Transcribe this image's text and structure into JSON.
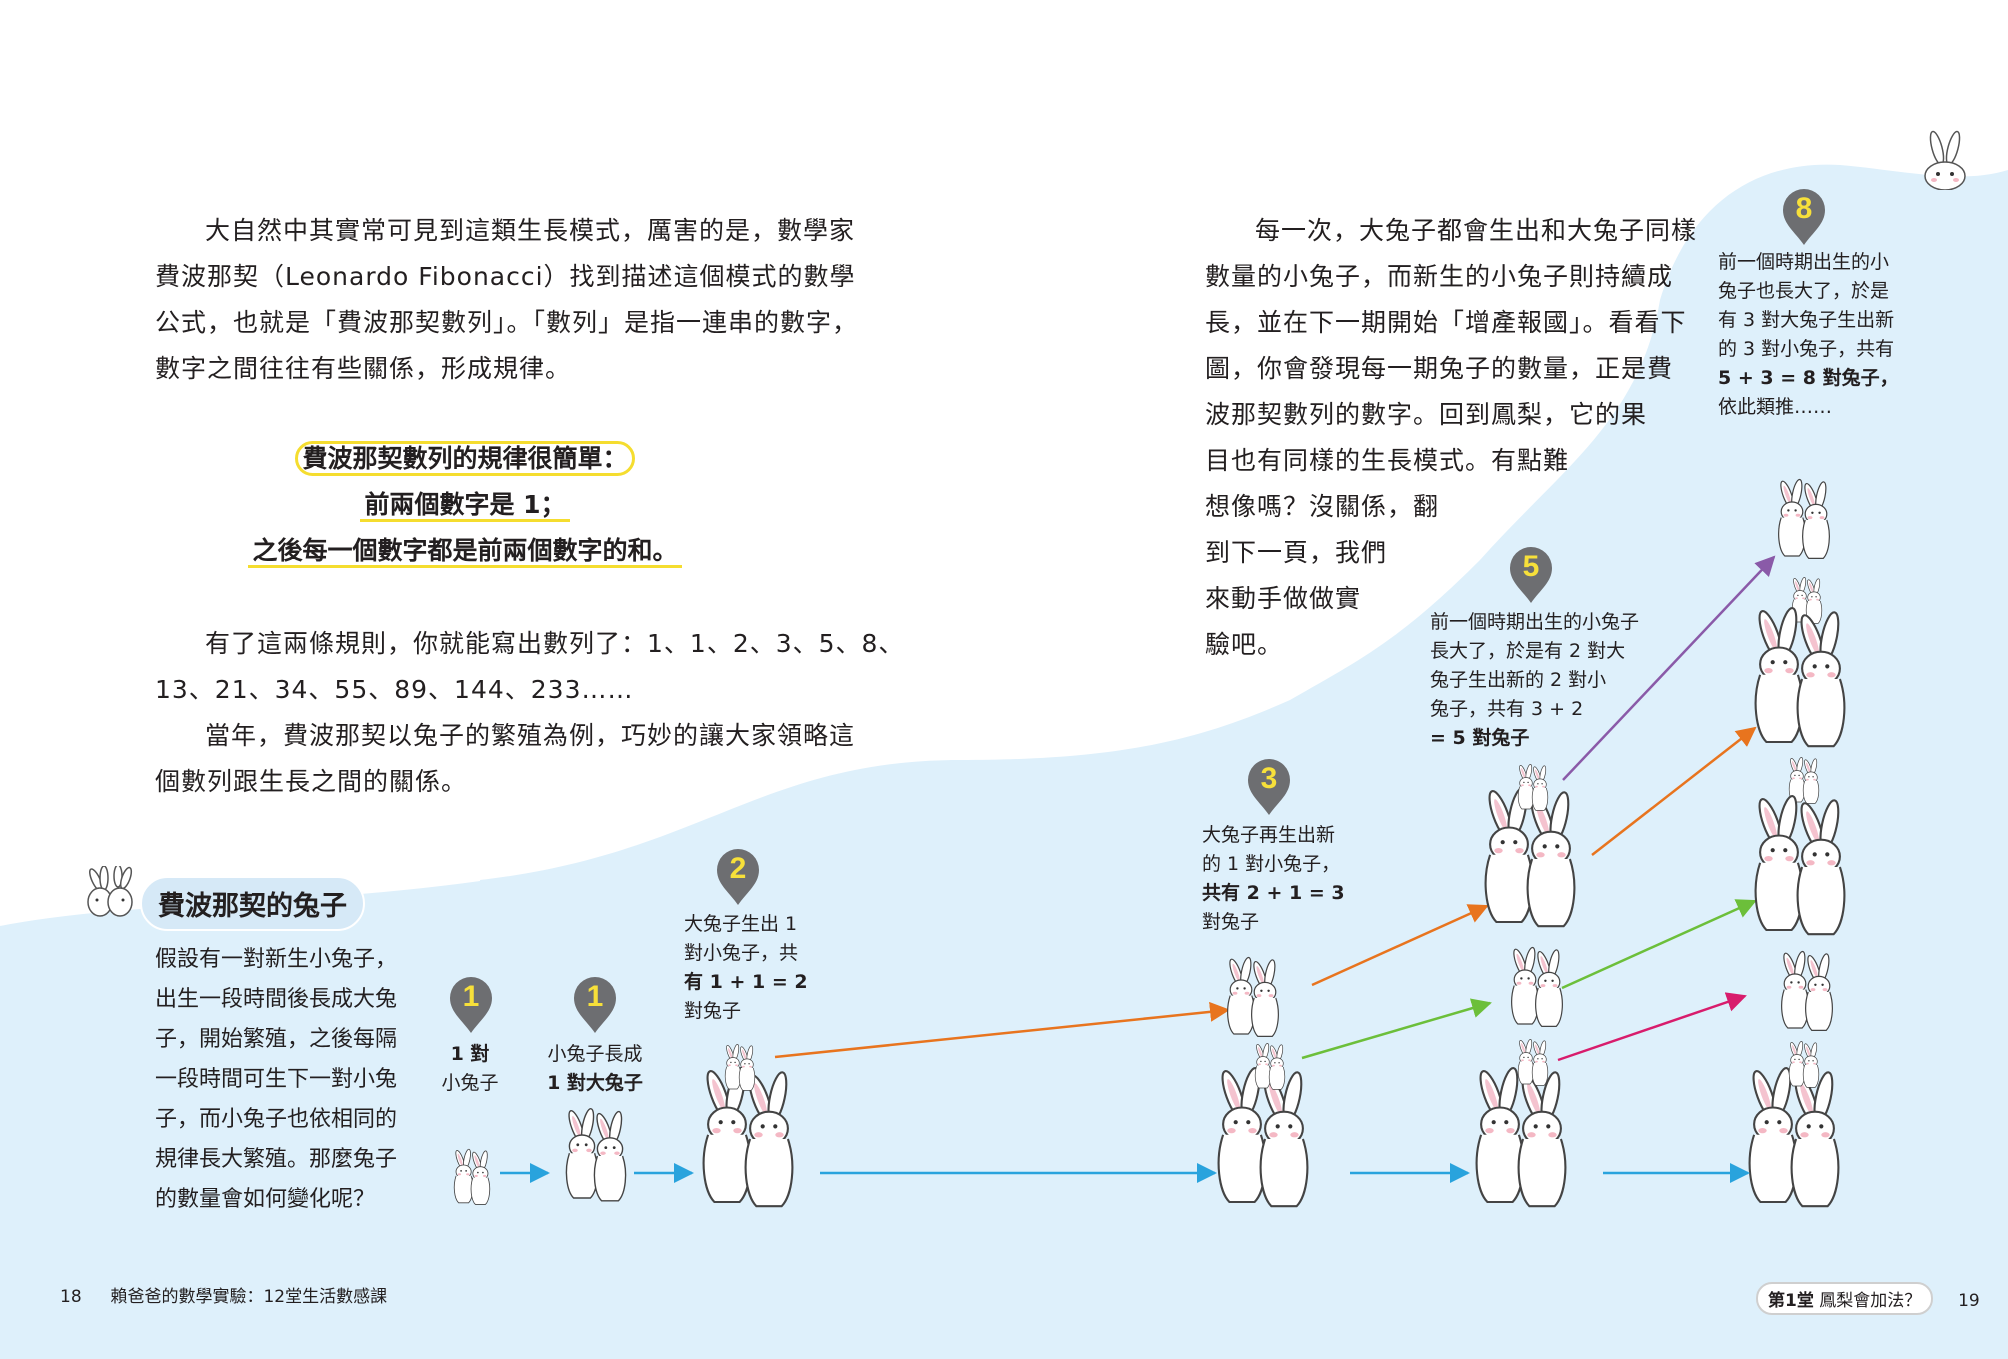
{
  "left_page": {
    "intro": [
      "大自然中其實常可見到這類生長模式，厲害的是，數學家",
      "費波那契（Leonardo Fibonacci）找到描述這個模式的數學",
      "公式，也就是「費波那契數列」。「數列」是指一連串的數字，",
      "數字之間往往有些關係，形成規律。"
    ],
    "rule": [
      "費波那契數列的規律很簡單：",
      "前兩個數字是 1；",
      "之後每一個數字都是前兩個數字的和。"
    ],
    "sequence": [
      "有了這兩條規則，你就能寫出數列了：1、1、2、3、5、8、",
      "13、21、34、55、89、144、233……"
    ],
    "history": [
      "當年，費波那契以兔子的繁殖為例，巧妙的讓大家領略這",
      "個數列跟生長之間的關係。"
    ],
    "section_title": "費波那契的兔子",
    "box": [
      "假設有一對新生小兔子，",
      "出生一段時間後長成大兔",
      "子，開始繁殖，之後每隔",
      "一段時間可生下一對小兔",
      "子，而小兔子也依相同的",
      "規律長大繁殖。那麼兔子",
      "的數量會如何變化呢？"
    ]
  },
  "right_page": {
    "text": [
      "每一次，大兔子都會生出和大兔子同樣",
      "數量的小兔子，而新生的小兔子則持續成",
      "長，並在下一期開始「增產報國」。看看下",
      "圖，你會發現每一期兔子的數量，正是費",
      "波那契數列的數字。回到鳳梨，它的果",
      "目也有同樣的生長模式。有點難",
      "想像嗎？沒關係，翻",
      "到下一頁，我們",
      "來動手做做實",
      "驗吧。"
    ]
  },
  "stages": [
    {
      "num": "1",
      "label": [
        "1 對",
        "小兔子"
      ]
    },
    {
      "num": "1",
      "label": [
        "小兔子長成",
        "1 對大兔子"
      ]
    },
    {
      "num": "2",
      "label": [
        "大兔子生出 1",
        "對小兔子，共",
        "有 1 + 1 = 2",
        "對兔子"
      ]
    },
    {
      "num": "3",
      "label": [
        "大兔子再生出新",
        "的 1 對小兔子，",
        "共有 2 + 1 = 3",
        "對兔子"
      ]
    },
    {
      "num": "5",
      "label": [
        "前一個時期出生的小兔子",
        "長大了，於是有 2 對大",
        "兔子生出新的 2 對小",
        "兔子，共有 3 + 2",
        "= 5 對兔子"
      ]
    },
    {
      "num": "8",
      "label": [
        "前一個時期出生的小",
        "兔子也長大了，於是",
        "有 3 對大兔子生出新",
        "的 3 對小兔子，共有",
        "5 + 3 = 8 對兔子，",
        "依此類推……"
      ]
    }
  ],
  "arrow_colors": {
    "blue": "#29a3dd",
    "orange": "#e8741e",
    "green": "#6cbf3a",
    "magenta": "#d81c6c",
    "purple": "#8a5aa8"
  },
  "footer": {
    "left_page_num": "18",
    "left_book_title": "賴爸爸的數學實驗：12堂生活數感課",
    "chapter": "第1堂",
    "chapter_title": "鳳梨會加法？",
    "right_page_num": "19"
  },
  "icons": [
    "rabbit-pair-icon",
    "rabbit-peek-icon",
    "stage-pin-icon"
  ]
}
